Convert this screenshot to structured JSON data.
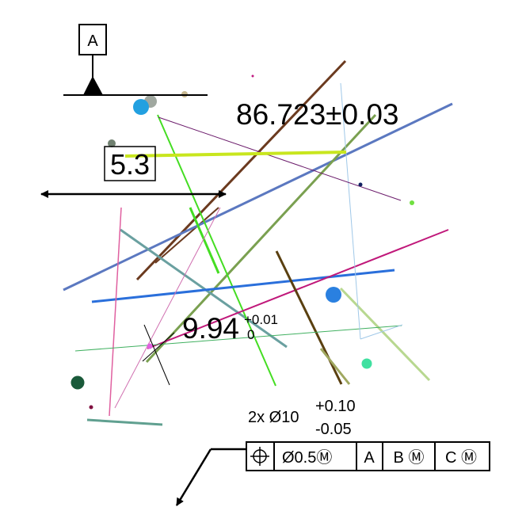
{
  "datum": {
    "label": "A"
  },
  "dimensions": {
    "main": "86.723±0.03",
    "boxed": "5.3",
    "tol_value": "9.94",
    "tol_upper": "+0.01",
    "tol_lower": "0"
  },
  "hole_callout": {
    "count_dia": "2x Ø10",
    "tol_upper": "+0.10",
    "tol_lower": "-0.05"
  },
  "feature_control_frame": {
    "symbol": "position-icon",
    "tolerance": "Ø0.5Ⓜ",
    "datums": [
      "A",
      "B Ⓜ",
      "C Ⓜ"
    ]
  },
  "colors": {
    "ink": "#000000",
    "yellow_line": "#c8e61e",
    "blue_line": "#2a6fdb",
    "steel_blue": "#5b78c0"
  }
}
